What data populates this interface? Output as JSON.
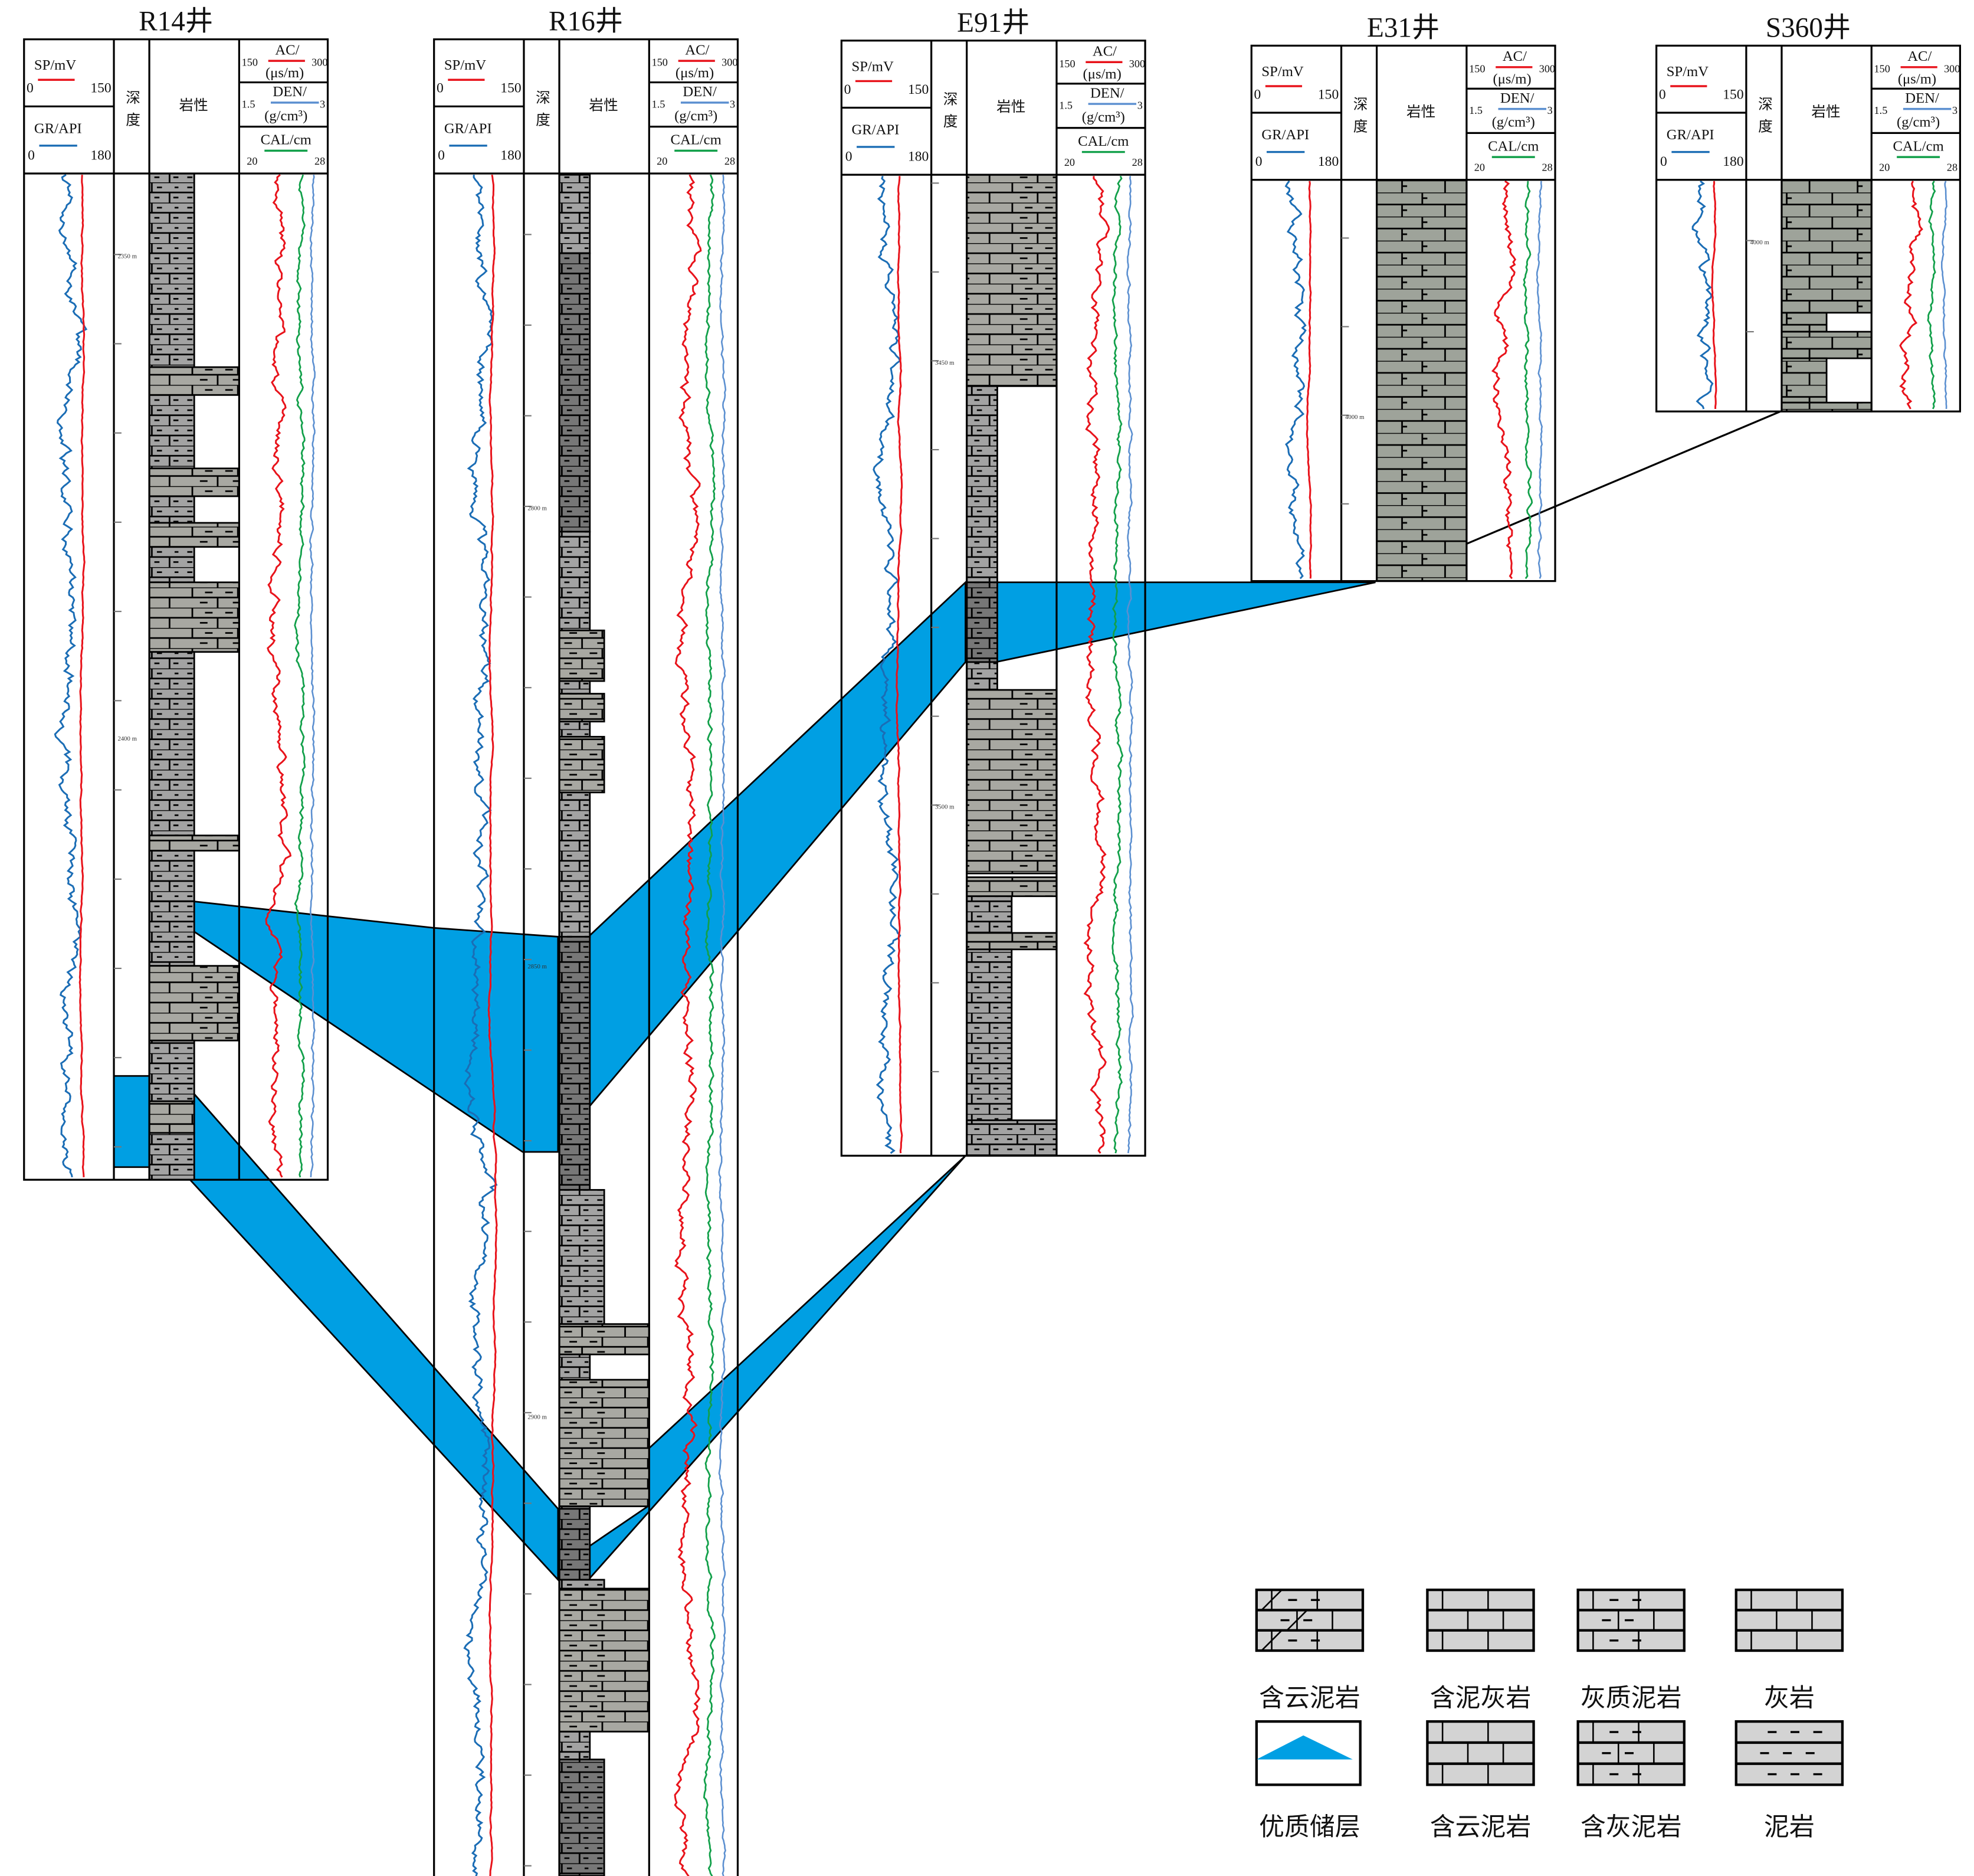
{
  "wells": [
    {
      "name": "R14井",
      "depth_labels": [
        "2350 m",
        "2400 m"
      ]
    },
    {
      "name": "R16井",
      "depth_labels": [
        "2800 m",
        "2850 m",
        "2900 m"
      ]
    },
    {
      "name": "E91井",
      "depth_labels": [
        "3450 m",
        "3500 m"
      ]
    },
    {
      "name": "E31井",
      "depth_labels": [
        "4000 m"
      ]
    },
    {
      "name": "S360井",
      "depth_labels": [
        "4000 m"
      ]
    }
  ],
  "track_headers": {
    "sp": {
      "label": "SP/mV",
      "min": "0",
      "max": "150"
    },
    "gr": {
      "label": "GR/API",
      "min": "0",
      "max": "180"
    },
    "depth": "深度",
    "lithology": "岩性",
    "ac": {
      "label": "AC/",
      "unit": "(μs/m)",
      "min": "150",
      "max": "300"
    },
    "den": {
      "label": "DEN/",
      "unit": "(g/cm³)",
      "min": "1.5",
      "max": "3"
    },
    "cal": {
      "label": "CAL/cm",
      "min": "20",
      "max": "28"
    }
  },
  "legend": [
    {
      "label": "含云泥岩",
      "pattern": "dolomitic-mudstone"
    },
    {
      "label": "含泥灰岩",
      "pattern": "muddy-limestone"
    },
    {
      "label": "灰质泥岩",
      "pattern": "calcareous-mudstone"
    },
    {
      "label": "灰岩",
      "pattern": "limestone"
    },
    {
      "label": "优质储层",
      "pattern": "high-quality-reservoir"
    },
    {
      "label": "含云泥岩",
      "pattern": "dolomite-bearing-mudstone"
    },
    {
      "label": "含灰泥岩",
      "pattern": "lime-bearing-mudstone"
    },
    {
      "label": "泥岩",
      "pattern": "mudstone"
    }
  ],
  "colors": {
    "sp": "#e8131b",
    "gr": "#1b6db5",
    "ac": "#e8131b",
    "den": "#5b8fd0",
    "cal": "#12a04a",
    "reservoir": "#009fe3",
    "rock": "#a6a6a6",
    "rock_green": "#9ea39a"
  }
}
